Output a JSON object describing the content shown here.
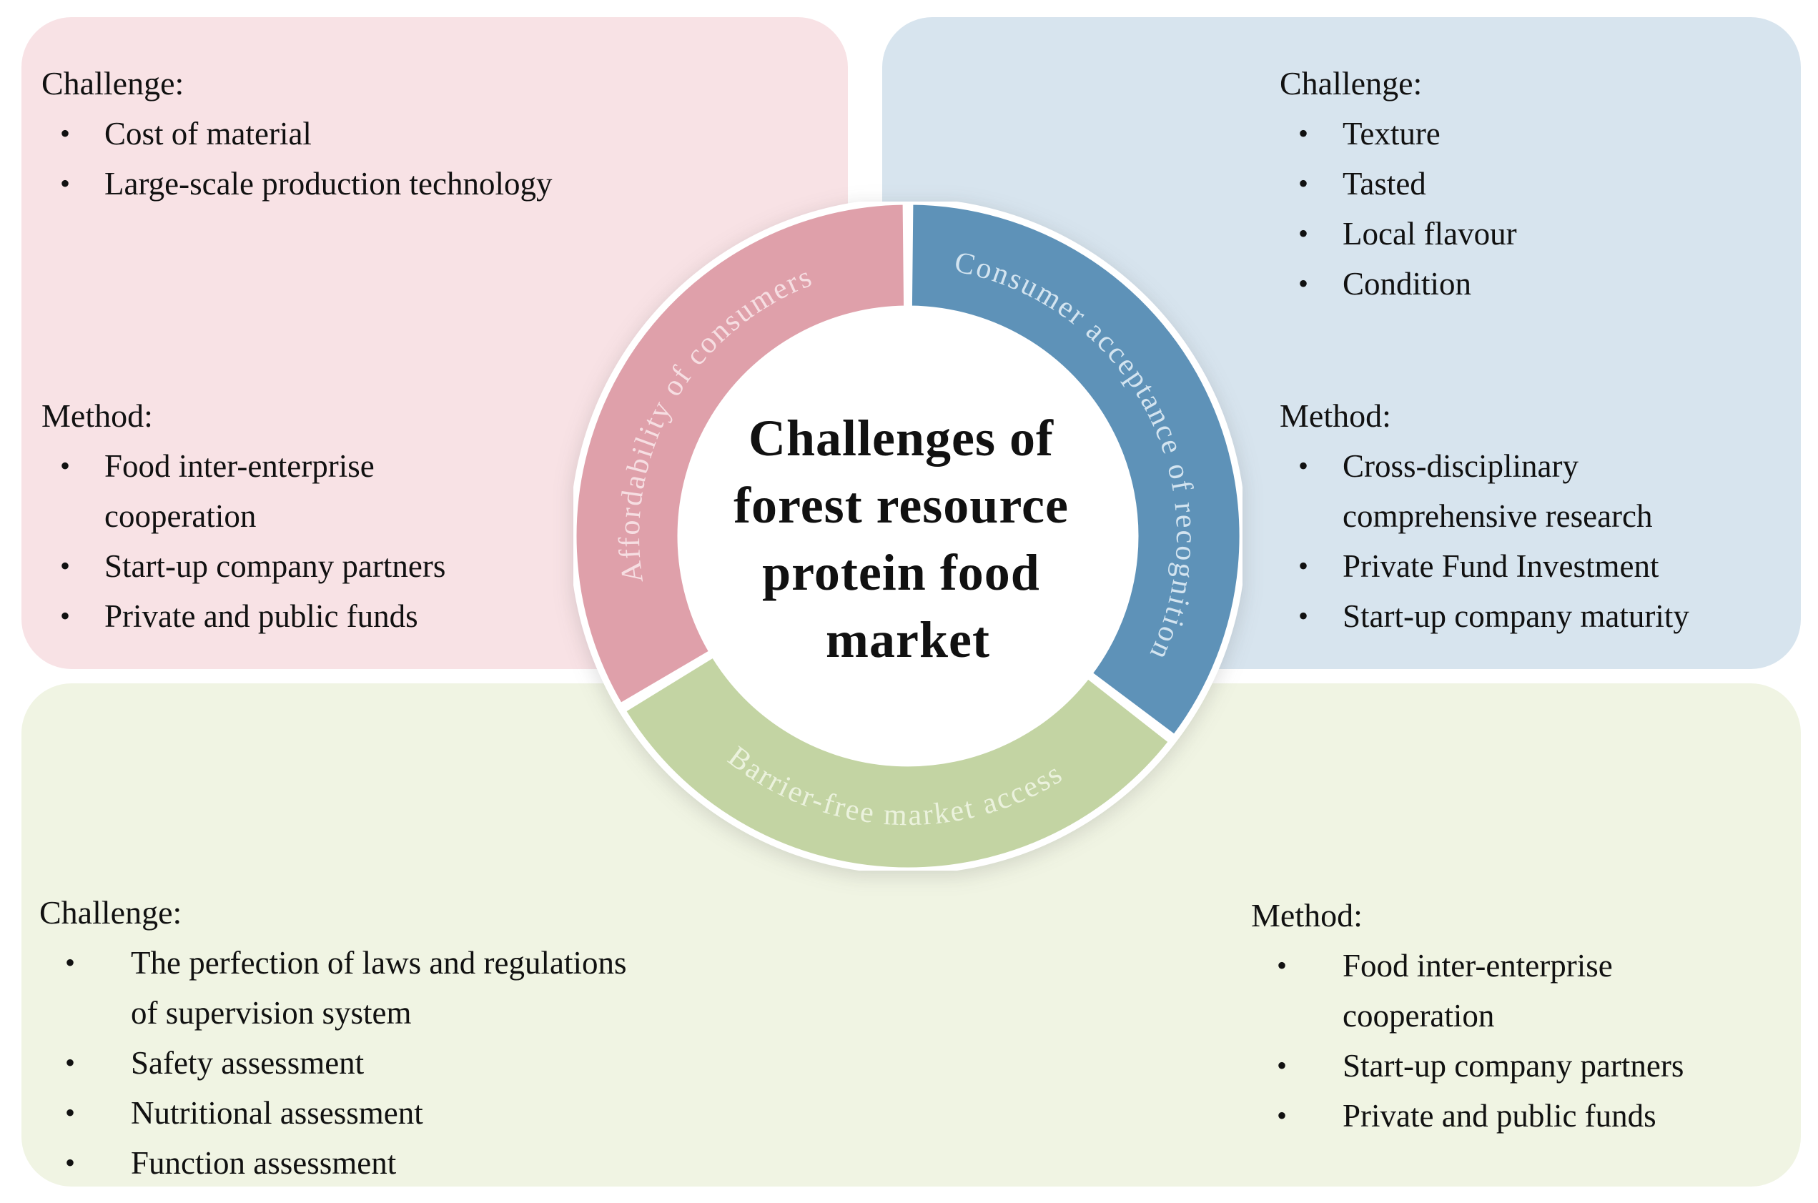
{
  "figure": {
    "center_title_lines": [
      "Challenges of",
      "forest resource",
      "protein food",
      "market"
    ],
    "bullet_glyph": "•",
    "ring_segments": [
      {
        "label": "Affordability of consumers",
        "color": "#dfa0aa",
        "label_color": "#f6dee2"
      },
      {
        "label": "Consumer acceptance of recognition",
        "color": "#5e92b8",
        "label_color": "#d3e4f0"
      },
      {
        "label": "Barrier-free market access",
        "color": "#c3d4a3",
        "label_color": "#ebf2dd"
      }
    ],
    "panels": {
      "affordability": {
        "color": "#f8e2e5",
        "challenge_label": "Challenge:",
        "challenge_items": [
          [
            "Cost of material"
          ],
          [
            "Large-scale production technology"
          ]
        ],
        "method_label": "Method:",
        "method_items": [
          [
            "Food inter-enterprise",
            "cooperation"
          ],
          [
            "Start-up company partners"
          ],
          [
            "Private and public  funds"
          ]
        ]
      },
      "consumer": {
        "color": "#d7e4ee",
        "challenge_label": "Challenge:",
        "challenge_items": [
          [
            "Texture"
          ],
          [
            "Tasted"
          ],
          [
            "Local flavour"
          ],
          [
            "Condition"
          ]
        ],
        "method_label": "Method:",
        "method_items": [
          [
            "Cross-disciplinary",
            "comprehensive research"
          ],
          [
            "Private Fund Investment"
          ],
          [
            "Start-up company maturity"
          ]
        ]
      },
      "barrier": {
        "color": "#f0f4e3",
        "challenge_label": "Challenge:",
        "challenge_items": [
          [
            "The perfection of laws and regulations",
            "of supervision system"
          ],
          [
            "Safety assessment"
          ],
          [
            "Nutritional assessment"
          ],
          [
            "Function assessment"
          ]
        ],
        "method_label": "Method:",
        "method_items": [
          [
            "Food inter-enterprise",
            "cooperation"
          ],
          [
            "Start-up company partners"
          ],
          [
            "Private and public funds"
          ]
        ]
      }
    }
  }
}
